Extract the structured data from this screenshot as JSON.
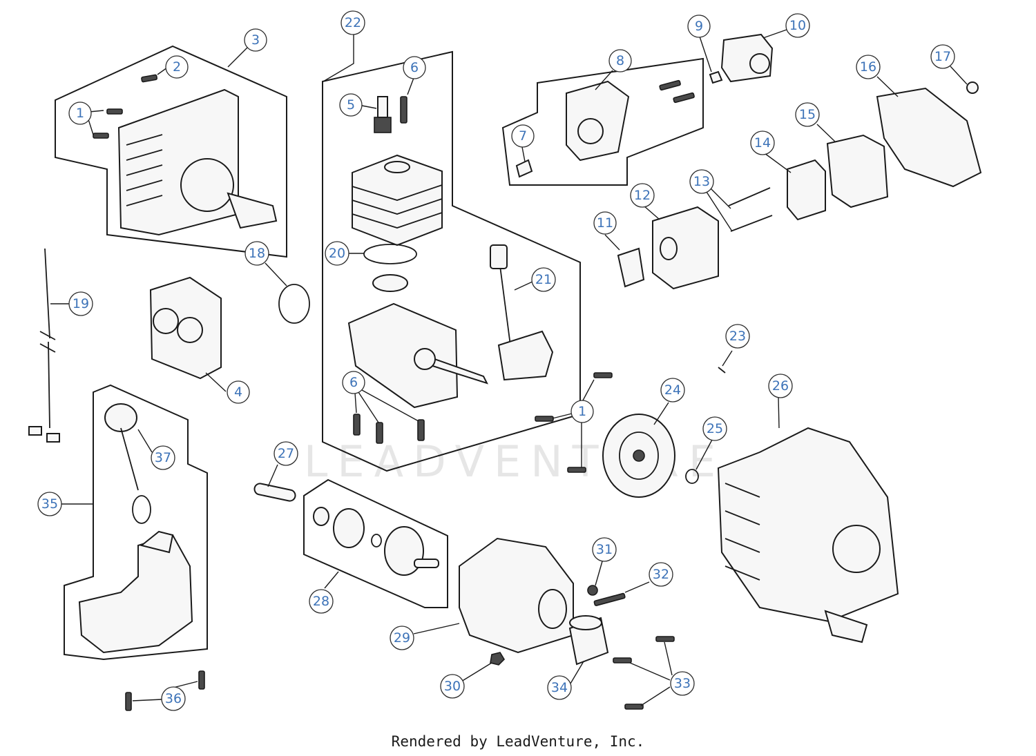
{
  "watermark": "LEADVENTURE",
  "footer": "Rendered by LeadVenture, Inc.",
  "callouts": [
    "1",
    "1",
    "2",
    "3",
    "4",
    "5",
    "6",
    "6",
    "7",
    "8",
    "9",
    "10",
    "11",
    "12",
    "13",
    "14",
    "15",
    "16",
    "17",
    "18",
    "19",
    "20",
    "21",
    "22",
    "23",
    "24",
    "25",
    "26",
    "27",
    "28",
    "29",
    "30",
    "31",
    "32",
    "33",
    "34",
    "35",
    "36",
    "37"
  ]
}
